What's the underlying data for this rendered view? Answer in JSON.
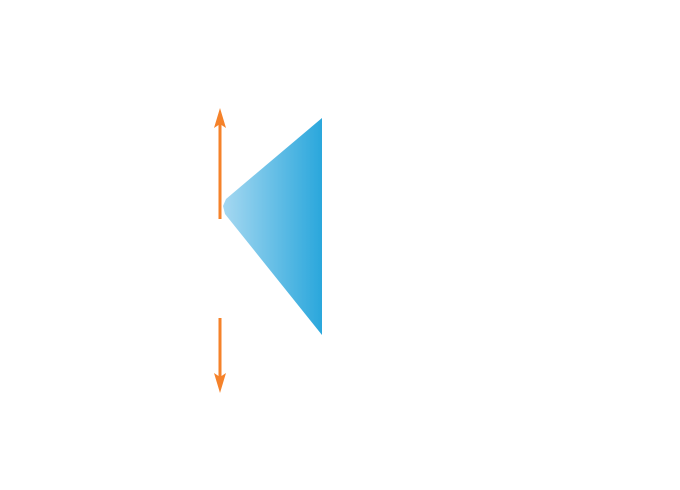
{
  "diagram": {
    "description_shapes": [
      "wedge",
      "up-arrow",
      "down-arrow"
    ],
    "colors": {
      "wedge_light": "#a6d8f1",
      "wedge_dark": "#2aa7dc",
      "arrow": "#f5822a",
      "background": "#ffffff"
    },
    "icons": {
      "up_arrow": "arrow-up-icon",
      "down_arrow": "arrow-down-icon"
    }
  }
}
